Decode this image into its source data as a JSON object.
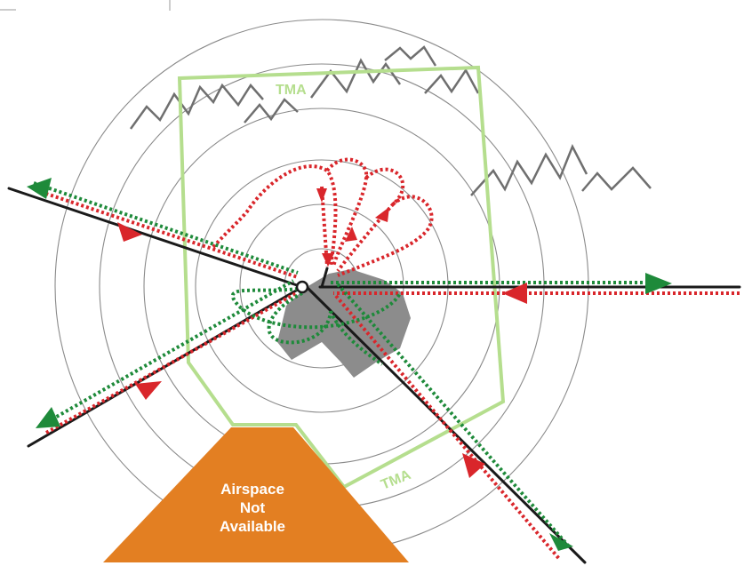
{
  "labels": {
    "tma_top": "TMA",
    "tma_bottom": "TMA",
    "airspace": [
      "Airspace",
      "Not",
      "Available"
    ]
  },
  "colors": {
    "range_rings": "#8a8a8a",
    "tma_boundary": "#b5de8e",
    "routes": "#1a1a1a",
    "arrival_routes": "#d9262b",
    "departure_routes": "#1e8a3a",
    "terrain": "#6f6f6f",
    "town": "#8c8c8c",
    "restricted_area": "#e37f22"
  },
  "icons": [
    "mountain-icon",
    "airport-icon"
  ]
}
